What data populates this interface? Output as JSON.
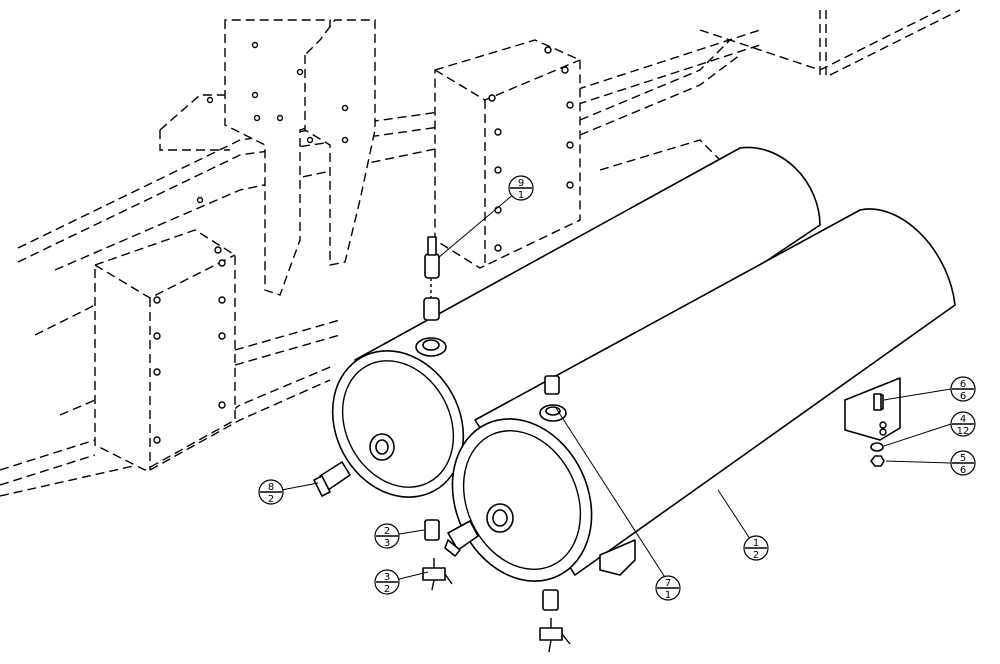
{
  "balloons": [
    {
      "id": "b1",
      "item": "1",
      "qty": "2"
    },
    {
      "id": "b2",
      "item": "2",
      "qty": "3"
    },
    {
      "id": "b3",
      "item": "3",
      "qty": "2"
    },
    {
      "id": "b4",
      "item": "4",
      "qty": "12"
    },
    {
      "id": "b5",
      "item": "5",
      "qty": "6"
    },
    {
      "id": "b6",
      "item": "6",
      "qty": "6"
    },
    {
      "id": "b7",
      "item": "7",
      "qty": "1"
    },
    {
      "id": "b8",
      "item": "8",
      "qty": "2"
    },
    {
      "id": "b9",
      "item": "9",
      "qty": "1"
    }
  ]
}
